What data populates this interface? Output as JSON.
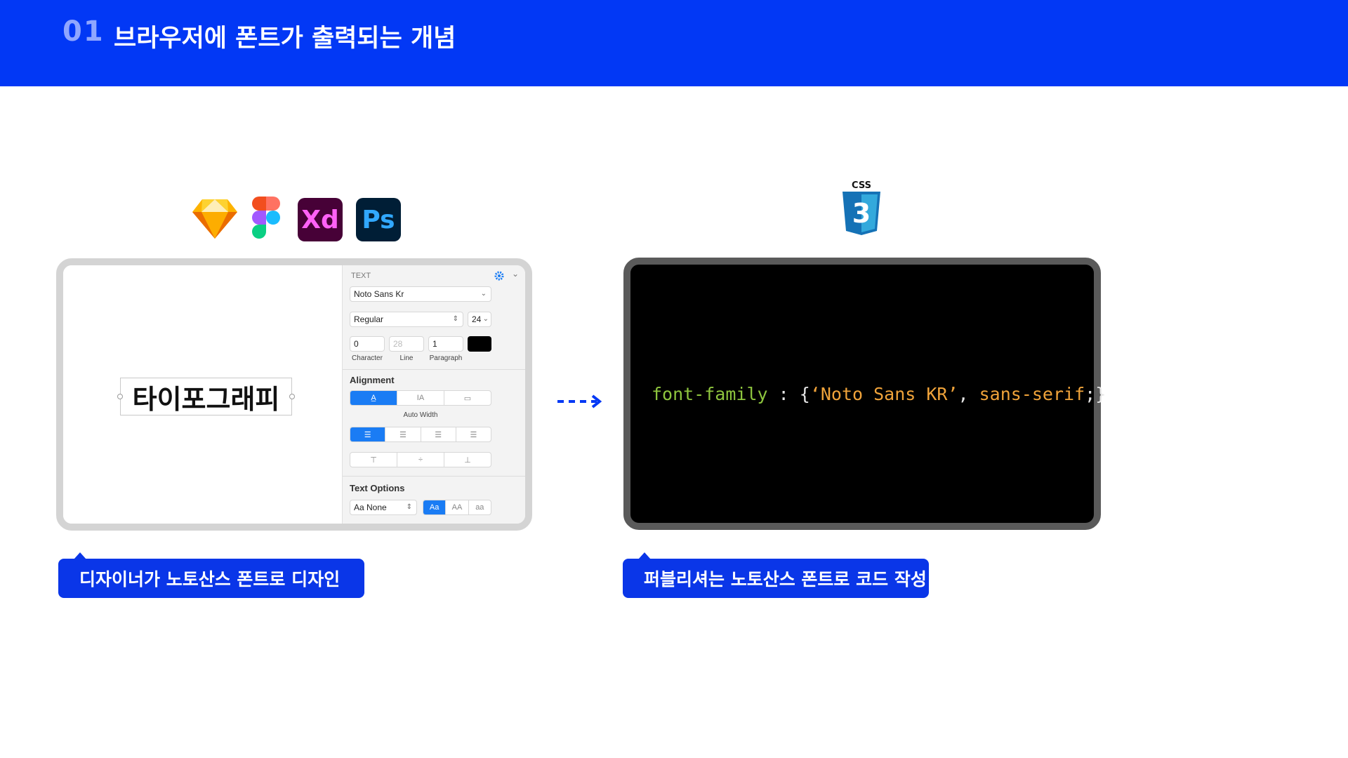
{
  "header": {
    "number": "01",
    "title": "브라우저에 폰트가 출력되는 개념"
  },
  "logos": {
    "xd": "Xd",
    "ps": "Ps",
    "css": "CSS",
    "css_digit": "3"
  },
  "design": {
    "canvas_text": "타이포그래피",
    "inspector": {
      "section": "TEXT",
      "font_family": "Noto Sans Kr",
      "font_weight": "Regular",
      "font_size": "24",
      "character_value": "0",
      "line_value": "28",
      "paragraph_value": "1",
      "character_label": "Character",
      "line_label": "Line",
      "paragraph_label": "Paragraph",
      "text_color": "#000000",
      "alignment_label": "Alignment",
      "auto_width_label": "Auto Width",
      "text_options_label": "Text Options",
      "case_select": "Aa None",
      "case_options": [
        "Aa",
        "AA",
        "aa"
      ]
    }
  },
  "code": {
    "property": "font-family",
    "colon": " : ",
    "open": "{",
    "value_string": "‘Noto Sans KR’",
    "comma": ", ",
    "fallback": "sans-serif",
    "close": ";}"
  },
  "captions": {
    "left": "디자이너가 노토산스 폰트로 디자인",
    "right": "퍼블리셔는 노토산스 폰트로 코드 작성"
  },
  "colors": {
    "brand_blue": "#0238f5",
    "code_property": "#8ec53e",
    "code_string": "#f0a33a",
    "active_blue": "#1a7cf4"
  }
}
